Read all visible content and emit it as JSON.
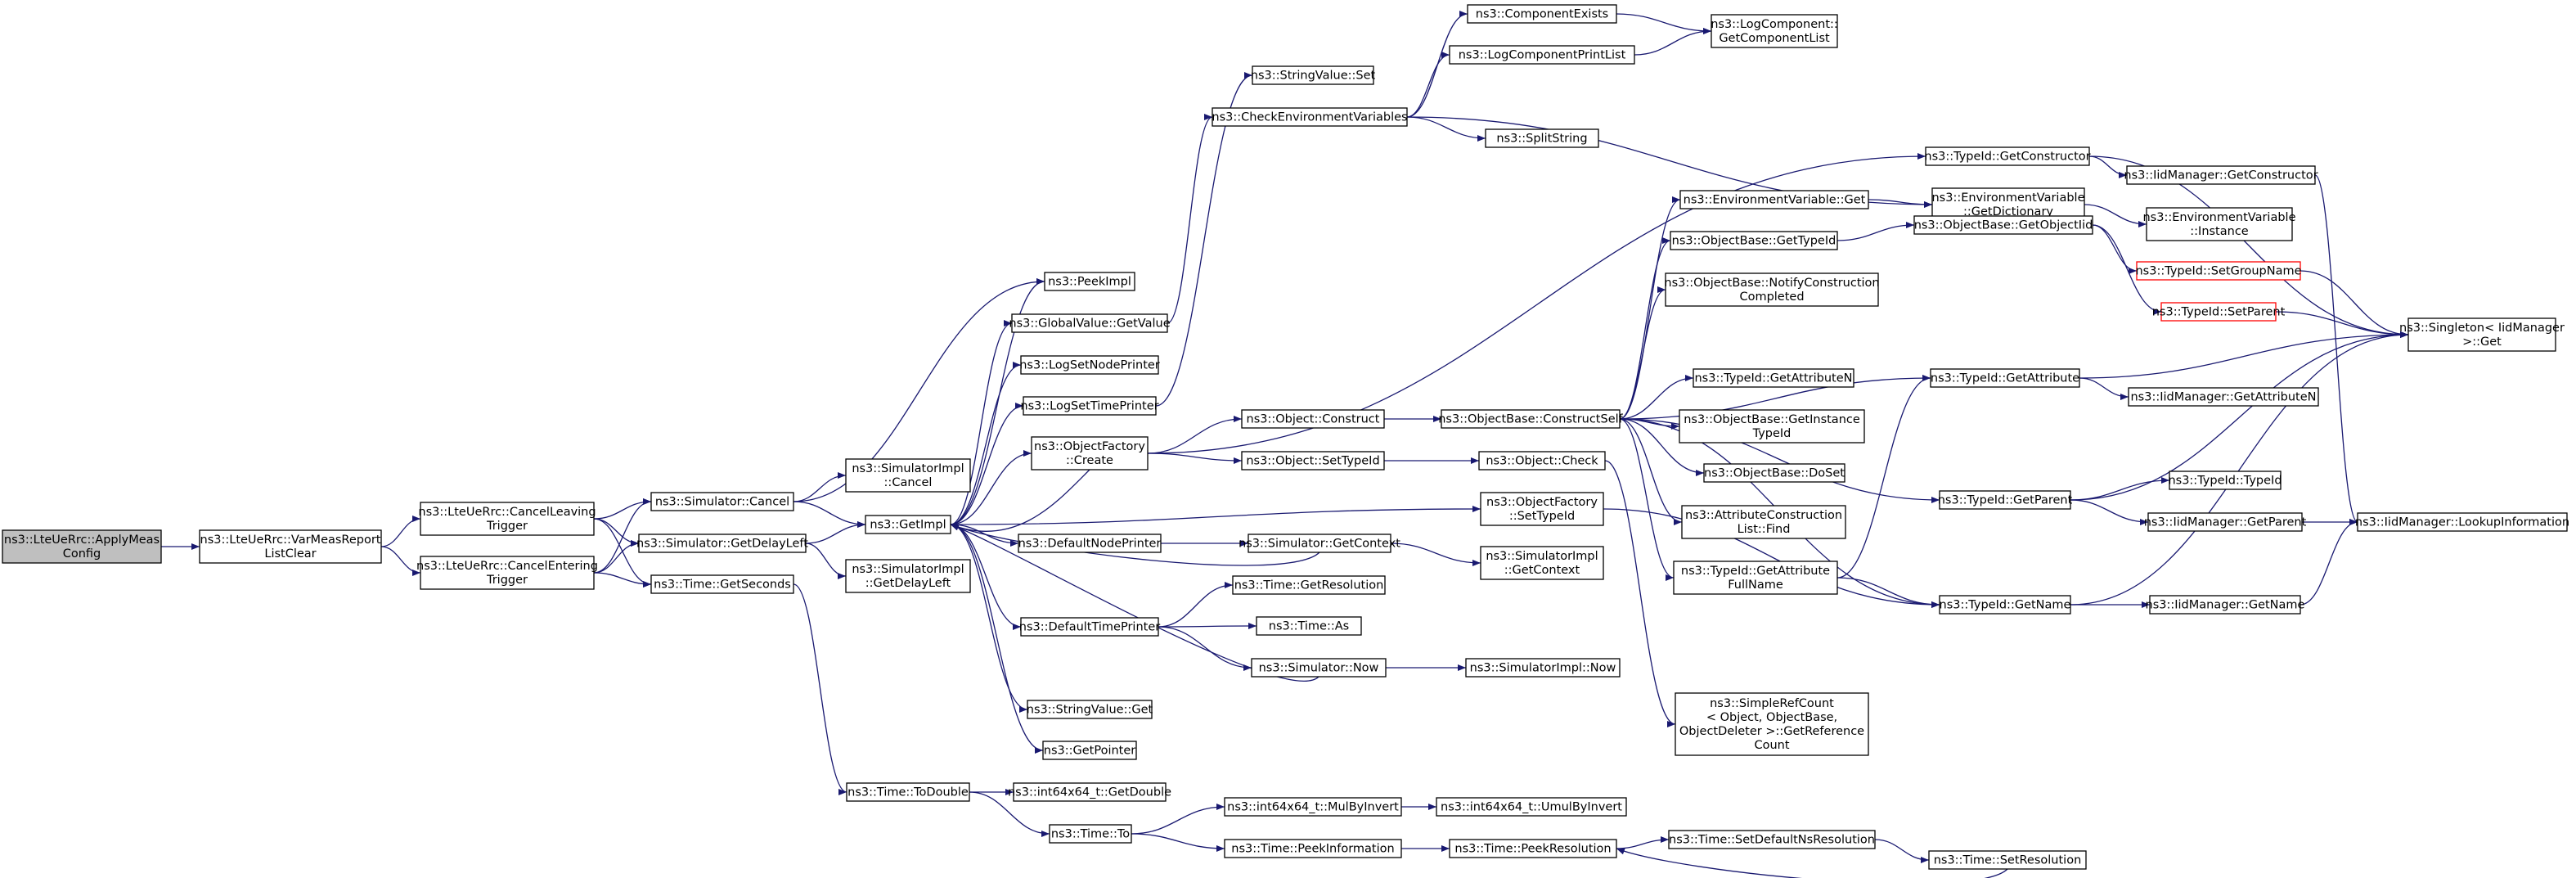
{
  "colors": {
    "edge": "#191970",
    "node_border": "#000000",
    "node_fill": "#ffffff",
    "root_fill": "#bfbfbf",
    "truncated_border": "#ff0000"
  },
  "nodes": [
    {
      "id": "root",
      "lines": [
        "ns3::LteUeRrc::ApplyMeas",
        "Config"
      ]
    },
    {
      "id": "varMeas",
      "lines": [
        "ns3::LteUeRrc::VarMeasReport",
        "ListClear"
      ]
    },
    {
      "id": "cancelLeaving",
      "lines": [
        "ns3::LteUeRrc::CancelLeaving",
        "Trigger"
      ]
    },
    {
      "id": "cancelEntering",
      "lines": [
        "ns3::LteUeRrc::CancelEntering",
        "Trigger"
      ]
    },
    {
      "id": "simCancel",
      "lines": [
        "ns3::Simulator::Cancel"
      ]
    },
    {
      "id": "simGetDelayLeft",
      "lines": [
        "ns3::Simulator::GetDelayLeft"
      ]
    },
    {
      "id": "timeGetSeconds",
      "lines": [
        "ns3::Time::GetSeconds"
      ]
    },
    {
      "id": "simImplCancel",
      "lines": [
        "ns3::SimulatorImpl",
        "::Cancel"
      ]
    },
    {
      "id": "getImpl",
      "lines": [
        "ns3::GetImpl"
      ]
    },
    {
      "id": "simImplGetDelayLeft",
      "lines": [
        "ns3::SimulatorImpl",
        "::GetDelayLeft"
      ]
    },
    {
      "id": "peekImpl",
      "lines": [
        "ns3::PeekImpl"
      ]
    },
    {
      "id": "globalValueGetValue",
      "lines": [
        "ns3::GlobalValue::GetValue"
      ]
    },
    {
      "id": "logSetNodePrinter",
      "lines": [
        "ns3::LogSetNodePrinter"
      ]
    },
    {
      "id": "logSetTimePrinter",
      "lines": [
        "ns3::LogSetTimePrinter"
      ]
    },
    {
      "id": "objectFactoryCreate",
      "lines": [
        "ns3::ObjectFactory",
        "::Create"
      ]
    },
    {
      "id": "defaultNodePrinter",
      "lines": [
        "ns3::DefaultNodePrinter"
      ]
    },
    {
      "id": "defaultTimePrinter",
      "lines": [
        "ns3::DefaultTimePrinter"
      ]
    },
    {
      "id": "stringValueGet",
      "lines": [
        "ns3::StringValue::Get"
      ]
    },
    {
      "id": "getPointer",
      "lines": [
        "ns3::GetPointer"
      ]
    },
    {
      "id": "timeToDouble",
      "lines": [
        "ns3::Time::ToDouble"
      ]
    },
    {
      "id": "int64GetDouble",
      "lines": [
        "ns3::int64x64_t::GetDouble"
      ]
    },
    {
      "id": "timeTo",
      "lines": [
        "ns3::Time::To"
      ]
    },
    {
      "id": "stringValueSet",
      "lines": [
        "ns3::StringValue::Set"
      ]
    },
    {
      "id": "checkEnvVars",
      "lines": [
        "ns3::CheckEnvironmentVariables"
      ]
    },
    {
      "id": "objectConstruct",
      "lines": [
        "ns3::Object::Construct"
      ]
    },
    {
      "id": "objectSetTypeId",
      "lines": [
        "ns3::Object::SetTypeId"
      ]
    },
    {
      "id": "simGetContext",
      "lines": [
        "ns3::Simulator::GetContext"
      ]
    },
    {
      "id": "timeGetResolution",
      "lines": [
        "ns3::Time::GetResolution"
      ]
    },
    {
      "id": "timeAs",
      "lines": [
        "ns3::Time::As"
      ]
    },
    {
      "id": "simNow",
      "lines": [
        "ns3::Simulator::Now"
      ]
    },
    {
      "id": "mulByInvert",
      "lines": [
        "ns3::int64x64_t::MulByInvert"
      ]
    },
    {
      "id": "peekInformation",
      "lines": [
        "ns3::Time::PeekInformation"
      ]
    },
    {
      "id": "componentExists",
      "lines": [
        "ns3::ComponentExists"
      ]
    },
    {
      "id": "logComponentPrintList",
      "lines": [
        "ns3::LogComponentPrintList"
      ]
    },
    {
      "id": "splitString",
      "lines": [
        "ns3::SplitString"
      ]
    },
    {
      "id": "objectBaseConstructSelf",
      "lines": [
        "ns3::ObjectBase::ConstructSelf"
      ]
    },
    {
      "id": "objectCheck",
      "lines": [
        "ns3::Object::Check"
      ]
    },
    {
      "id": "objectFactorySetTypeId",
      "lines": [
        "ns3::ObjectFactory",
        "::SetTypeId"
      ]
    },
    {
      "id": "simImplGetContext",
      "lines": [
        "ns3::SimulatorImpl",
        "::GetContext"
      ]
    },
    {
      "id": "simImplNow",
      "lines": [
        "ns3::SimulatorImpl::Now"
      ]
    },
    {
      "id": "umulByInvert",
      "lines": [
        "ns3::int64x64_t::UmulByInvert"
      ]
    },
    {
      "id": "peekResolution",
      "lines": [
        "ns3::Time::PeekResolution"
      ]
    },
    {
      "id": "logComponentGetList",
      "lines": [
        "ns3::LogComponent::",
        "GetComponentList"
      ]
    },
    {
      "id": "envVarGet",
      "lines": [
        "ns3::EnvironmentVariable::Get"
      ]
    },
    {
      "id": "objectBaseGetTypeId",
      "lines": [
        "ns3::ObjectBase::GetTypeId"
      ]
    },
    {
      "id": "objectBaseNotify",
      "lines": [
        "ns3::ObjectBase::NotifyConstruction",
        "Completed"
      ]
    },
    {
      "id": "typeIdGetAttributeN",
      "lines": [
        "ns3::TypeId::GetAttributeN"
      ]
    },
    {
      "id": "objectBaseGetInstance",
      "lines": [
        "ns3::ObjectBase::GetInstance",
        "TypeId"
      ]
    },
    {
      "id": "objectBaseDoSet",
      "lines": [
        "ns3::ObjectBase::DoSet"
      ]
    },
    {
      "id": "attrConstructionFind",
      "lines": [
        "ns3::AttributeConstruction",
        "List::Find"
      ]
    },
    {
      "id": "simpleRefCount",
      "lines": [
        "ns3::SimpleRefCount",
        "< Object, ObjectBase,",
        "ObjectDeleter >::GetReference",
        "Count"
      ]
    },
    {
      "id": "typeIdGetAttrFullName",
      "lines": [
        "ns3::TypeId::GetAttribute",
        "FullName"
      ]
    },
    {
      "id": "setDefaultNsResolution",
      "lines": [
        "ns3::Time::SetDefaultNsResolution"
      ]
    },
    {
      "id": "timeSetResolution",
      "lines": [
        "ns3::Time::SetResolution"
      ]
    },
    {
      "id": "typeIdGetConstructor",
      "lines": [
        "ns3::TypeId::GetConstructor"
      ]
    },
    {
      "id": "envVarGetDictionary",
      "lines": [
        "ns3::EnvironmentVariable",
        "::GetDictionary"
      ]
    },
    {
      "id": "objectBaseGetObjectIid",
      "lines": [
        "ns3::ObjectBase::GetObjectIid"
      ]
    },
    {
      "id": "typeIdGetAttribute",
      "lines": [
        "ns3::TypeId::GetAttribute"
      ]
    },
    {
      "id": "typeIdGetParent",
      "lines": [
        "ns3::TypeId::GetParent"
      ]
    },
    {
      "id": "typeIdGetName",
      "lines": [
        "ns3::TypeId::GetName"
      ]
    },
    {
      "id": "iidGetConstructor",
      "lines": [
        "ns3::IidManager::GetConstructor"
      ]
    },
    {
      "id": "envVarInstance",
      "lines": [
        "ns3::EnvironmentVariable",
        "::Instance"
      ]
    },
    {
      "id": "typeIdSetGroupName",
      "lines": [
        "ns3::TypeId::SetGroupName"
      ],
      "truncated": true
    },
    {
      "id": "typeIdSetParent",
      "lines": [
        "ns3::TypeId::SetParent"
      ],
      "truncated": true
    },
    {
      "id": "iidGetAttributeN",
      "lines": [
        "ns3::IidManager::GetAttributeN"
      ]
    },
    {
      "id": "typeIdTypeId",
      "lines": [
        "ns3::TypeId::TypeId"
      ]
    },
    {
      "id": "iidGetParent",
      "lines": [
        "ns3::IidManager::GetParent"
      ]
    },
    {
      "id": "iidGetName",
      "lines": [
        "ns3::IidManager::GetName"
      ]
    },
    {
      "id": "singletonGet",
      "lines": [
        "ns3::Singleton< IidManager",
        " >::Get"
      ]
    },
    {
      "id": "iidLookupInformation",
      "lines": [
        "ns3::IidManager::LookupInformation"
      ]
    }
  ],
  "edges": [
    [
      "root",
      "varMeas"
    ],
    [
      "varMeas",
      "cancelLeaving"
    ],
    [
      "varMeas",
      "cancelEntering"
    ],
    [
      "cancelLeaving",
      "simCancel"
    ],
    [
      "cancelLeaving",
      "simGetDelayLeft"
    ],
    [
      "cancelLeaving",
      "timeGetSeconds"
    ],
    [
      "cancelEntering",
      "simCancel"
    ],
    [
      "cancelEntering",
      "simGetDelayLeft"
    ],
    [
      "cancelEntering",
      "timeGetSeconds"
    ],
    [
      "simCancel",
      "getImpl"
    ],
    [
      "simCancel",
      "simImplCancel"
    ],
    [
      "simCancel",
      "peekImpl"
    ],
    [
      "simGetDelayLeft",
      "getImpl"
    ],
    [
      "simGetDelayLeft",
      "simImplGetDelayLeft"
    ],
    [
      "timeGetSeconds",
      "timeToDouble"
    ],
    [
      "getImpl",
      "peekImpl"
    ],
    [
      "getImpl",
      "globalValueGetValue"
    ],
    [
      "getImpl",
      "logSetNodePrinter"
    ],
    [
      "getImpl",
      "logSetTimePrinter"
    ],
    [
      "getImpl",
      "objectFactoryCreate"
    ],
    [
      "getImpl",
      "objectFactorySetTypeId"
    ],
    [
      "getImpl",
      "defaultNodePrinter"
    ],
    [
      "getImpl",
      "defaultTimePrinter"
    ],
    [
      "getImpl",
      "stringValueGet"
    ],
    [
      "getImpl",
      "getPointer"
    ],
    [
      "globalValueGetValue",
      "checkEnvVars"
    ],
    [
      "logSetTimePrinter",
      "stringValueSet"
    ],
    [
      "objectFactoryCreate",
      "getImpl"
    ],
    [
      "objectFactoryCreate",
      "objectConstruct"
    ],
    [
      "objectFactoryCreate",
      "objectSetTypeId"
    ],
    [
      "objectFactoryCreate",
      "typeIdGetConstructor"
    ],
    [
      "defaultNodePrinter",
      "simGetContext"
    ],
    [
      "defaultTimePrinter",
      "timeGetResolution"
    ],
    [
      "defaultTimePrinter",
      "timeAs"
    ],
    [
      "defaultTimePrinter",
      "simNow"
    ],
    [
      "simGetContext",
      "getImpl"
    ],
    [
      "simGetContext",
      "simImplGetContext"
    ],
    [
      "simNow",
      "getImpl"
    ],
    [
      "simNow",
      "simImplNow"
    ],
    [
      "timeToDouble",
      "int64GetDouble"
    ],
    [
      "timeToDouble",
      "timeTo"
    ],
    [
      "timeTo",
      "mulByInvert"
    ],
    [
      "timeTo",
      "peekInformation"
    ],
    [
      "mulByInvert",
      "umulByInvert"
    ],
    [
      "peekInformation",
      "peekResolution"
    ],
    [
      "peekResolution",
      "setDefaultNsResolution"
    ],
    [
      "setDefaultNsResolution",
      "timeSetResolution"
    ],
    [
      "timeSetResolution",
      "peekResolution"
    ],
    [
      "checkEnvVars",
      "componentExists"
    ],
    [
      "checkEnvVars",
      "logComponentPrintList"
    ],
    [
      "checkEnvVars",
      "splitString"
    ],
    [
      "checkEnvVars",
      "envVarGetDictionary"
    ],
    [
      "componentExists",
      "logComponentGetList"
    ],
    [
      "logComponentPrintList",
      "logComponentGetList"
    ],
    [
      "objectConstruct",
      "objectBaseConstructSelf"
    ],
    [
      "objectSetTypeId",
      "objectCheck"
    ],
    [
      "objectCheck",
      "simpleRefCount"
    ],
    [
      "objectBaseConstructSelf",
      "envVarGet"
    ],
    [
      "objectBaseConstructSelf",
      "objectBaseGetTypeId"
    ],
    [
      "objectBaseConstructSelf",
      "objectBaseNotify"
    ],
    [
      "objectBaseConstructSelf",
      "typeIdGetAttributeN"
    ],
    [
      "objectBaseConstructSelf",
      "objectBaseGetInstance"
    ],
    [
      "objectBaseConstructSelf",
      "objectBaseDoSet"
    ],
    [
      "objectBaseConstructSelf",
      "attrConstructionFind"
    ],
    [
      "objectBaseConstructSelf",
      "typeIdGetAttrFullName"
    ],
    [
      "objectBaseConstructSelf",
      "typeIdGetAttribute"
    ],
    [
      "objectBaseConstructSelf",
      "typeIdGetParent"
    ],
    [
      "objectBaseConstructSelf",
      "typeIdGetName"
    ],
    [
      "objectFactorySetTypeId",
      "typeIdGetName"
    ],
    [
      "envVarGet",
      "envVarGetDictionary"
    ],
    [
      "objectBaseGetTypeId",
      "objectBaseGetObjectIid"
    ],
    [
      "objectBaseGetObjectIid",
      "typeIdSetGroupName"
    ],
    [
      "objectBaseGetObjectIid",
      "typeIdSetParent"
    ],
    [
      "typeIdGetAttrFullName",
      "typeIdGetAttribute"
    ],
    [
      "typeIdGetAttrFullName",
      "typeIdGetName"
    ],
    [
      "typeIdGetConstructor",
      "iidGetConstructor"
    ],
    [
      "typeIdGetConstructor",
      "singletonGet"
    ],
    [
      "envVarGetDictionary",
      "envVarInstance"
    ],
    [
      "typeIdGetAttribute",
      "iidGetAttributeN"
    ],
    [
      "typeIdGetAttribute",
      "singletonGet"
    ],
    [
      "typeIdGetParent",
      "typeIdTypeId"
    ],
    [
      "typeIdGetParent",
      "iidGetParent"
    ],
    [
      "typeIdGetParent",
      "singletonGet"
    ],
    [
      "typeIdGetName",
      "iidGetName"
    ],
    [
      "typeIdGetName",
      "singletonGet"
    ],
    [
      "iidGetConstructor",
      "iidLookupInformation"
    ],
    [
      "typeIdSetGroupName",
      "singletonGet"
    ],
    [
      "typeIdSetParent",
      "singletonGet"
    ],
    [
      "iidGetParent",
      "iidLookupInformation"
    ],
    [
      "iidGetName",
      "iidLookupInformation"
    ]
  ]
}
